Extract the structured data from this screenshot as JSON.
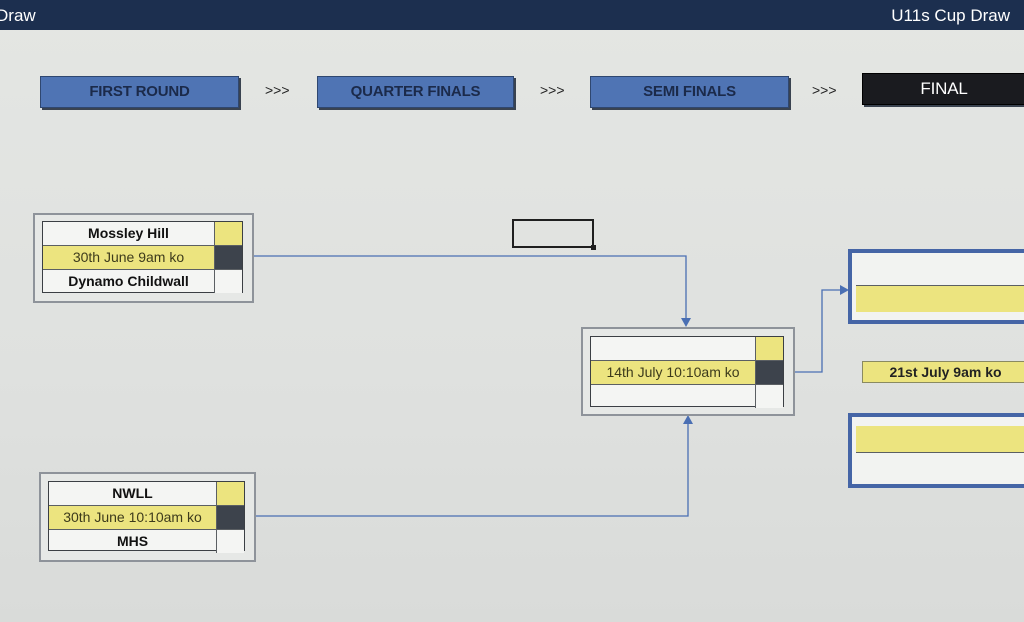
{
  "window": {
    "left_title": "Draw",
    "right_title": "U11s Cup Draw"
  },
  "stages": {
    "first_round": "FIRST ROUND",
    "quarter_finals": "QUARTER FINALS",
    "semi_finals": "SEMI FINALS",
    "final": "FINAL",
    "separator": ">>>"
  },
  "matches": {
    "m1": {
      "home": "Mossley Hill",
      "date": "30th June 9am ko",
      "away": "Dynamo Childwall"
    },
    "m2": {
      "home": "NWLL",
      "date": "30th June 10:10am ko",
      "away": "MHS"
    },
    "semi": {
      "home": "",
      "date": "14th July 10:10am ko",
      "away": ""
    },
    "final": {
      "date": "21st July 9am ko"
    }
  },
  "colors": {
    "title_bar": "#1c2f4f",
    "stage_blue": "#4f74b4",
    "date_yellow": "#ece47f",
    "connector": "#4a6fb3"
  }
}
